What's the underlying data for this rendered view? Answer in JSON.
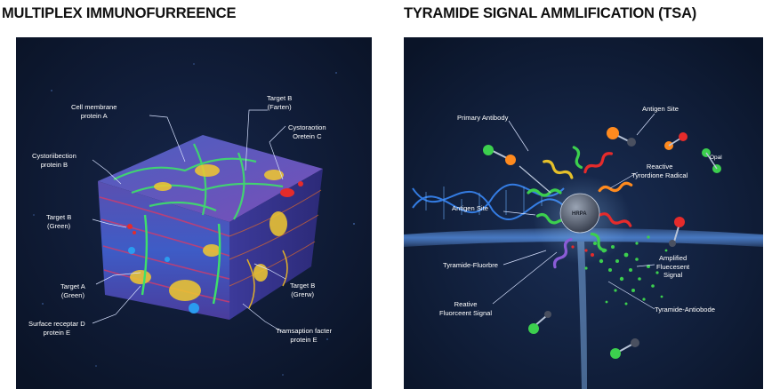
{
  "titles": {
    "left": "MULTIPLEX IMMUNOFURREENCE",
    "right": "TYRAMIDE SIGNAL AMMLIFICATION (TSA)"
  },
  "left_panel": {
    "labels": {
      "cell_membrane": [
        "Cell membrane",
        "protein A"
      ],
      "target_b_top": [
        "Target B",
        "(Farten)"
      ],
      "cytostructure_c": [
        "Cystoraotion",
        "Oretein C"
      ],
      "cytoriibection_b": [
        "Cystoriibection",
        "protein B"
      ],
      "target_b_green": [
        "Target B",
        "(Green)"
      ],
      "target_a_green": [
        "Target A",
        "(Green)"
      ],
      "target_b_grew": [
        "Target B",
        "(Grerw)"
      ],
      "surface_receptor": [
        "Surface receptar D",
        "protein E"
      ],
      "transcription": [
        "Tramsaption facter",
        "protein E"
      ]
    }
  },
  "right_panel": {
    "labels": {
      "primary_antibody": "Primary Antibody",
      "antigen_site_top": "Antigen Site",
      "opal": "Opal",
      "reactive_radical": [
        "Reactive",
        "Tyrordione Radical"
      ],
      "antigen_site_mid": "Antigen Site",
      "hrp": "HRPA",
      "tyramide_fluorbre": "Tyramide-Fluorbre",
      "amplified": [
        "Amplified",
        "Fluecesent",
        "Signal"
      ],
      "reactive_fluor": [
        "Reative",
        "Fluorceent Signal"
      ],
      "tyramide_antibody": "Tyramide-Antiobode"
    }
  },
  "colors": {
    "panel_bg": "#0d1830",
    "accent_green": "#3ccf4e",
    "accent_orange": "#ff8a1e",
    "accent_red": "#e52b2b",
    "membrane_blue": "#4f86d6"
  }
}
